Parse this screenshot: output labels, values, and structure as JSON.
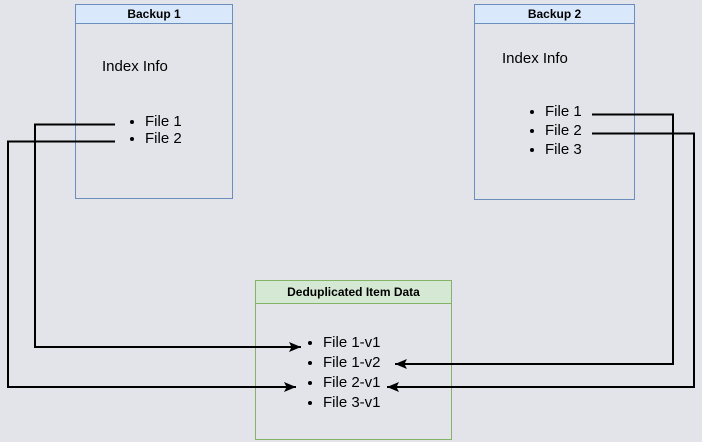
{
  "canvas": {
    "background_color": "#e3e3ea",
    "line_color": "#000000"
  },
  "backup1": {
    "title": "Backup 1",
    "section_label": "Index Info",
    "files": [
      "File 1",
      "File 2"
    ],
    "border_color": "#6c8ebf",
    "header_fill": "#dae8fc"
  },
  "backup2": {
    "title": "Backup 2",
    "section_label": "Index Info",
    "files": [
      "File 1",
      "File 2",
      "File 3"
    ],
    "border_color": "#6c8ebf",
    "header_fill": "#dae8fc"
  },
  "dedup": {
    "title": "Deduplicated Item Data",
    "items": [
      "File 1-v1",
      "File 1-v2",
      "File 2-v1",
      "File 3-v1"
    ],
    "border_color": "#82b366",
    "header_fill": "#d5e8d4"
  },
  "connections": [
    {
      "from": "Backup 1 / File 1",
      "to": "Deduplicated Item Data / File 1-v1",
      "enters": "left"
    },
    {
      "from": "Backup 1 / File 2",
      "to": "Deduplicated Item Data / File 2-v1",
      "enters": "left"
    },
    {
      "from": "Backup 2 / File 1",
      "to": "Deduplicated Item Data / File 1-v2",
      "enters": "right"
    },
    {
      "from": "Backup 2 / File 2",
      "to": "Deduplicated Item Data / File 2-v1",
      "enters": "right"
    }
  ]
}
